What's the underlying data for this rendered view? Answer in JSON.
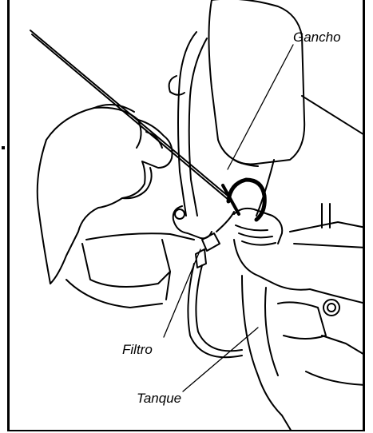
{
  "labels": {
    "hook": "Gancho",
    "filter": "Filtro",
    "tank": "Tanque"
  },
  "colors": {
    "line": "#000000",
    "background": "#ffffff"
  }
}
